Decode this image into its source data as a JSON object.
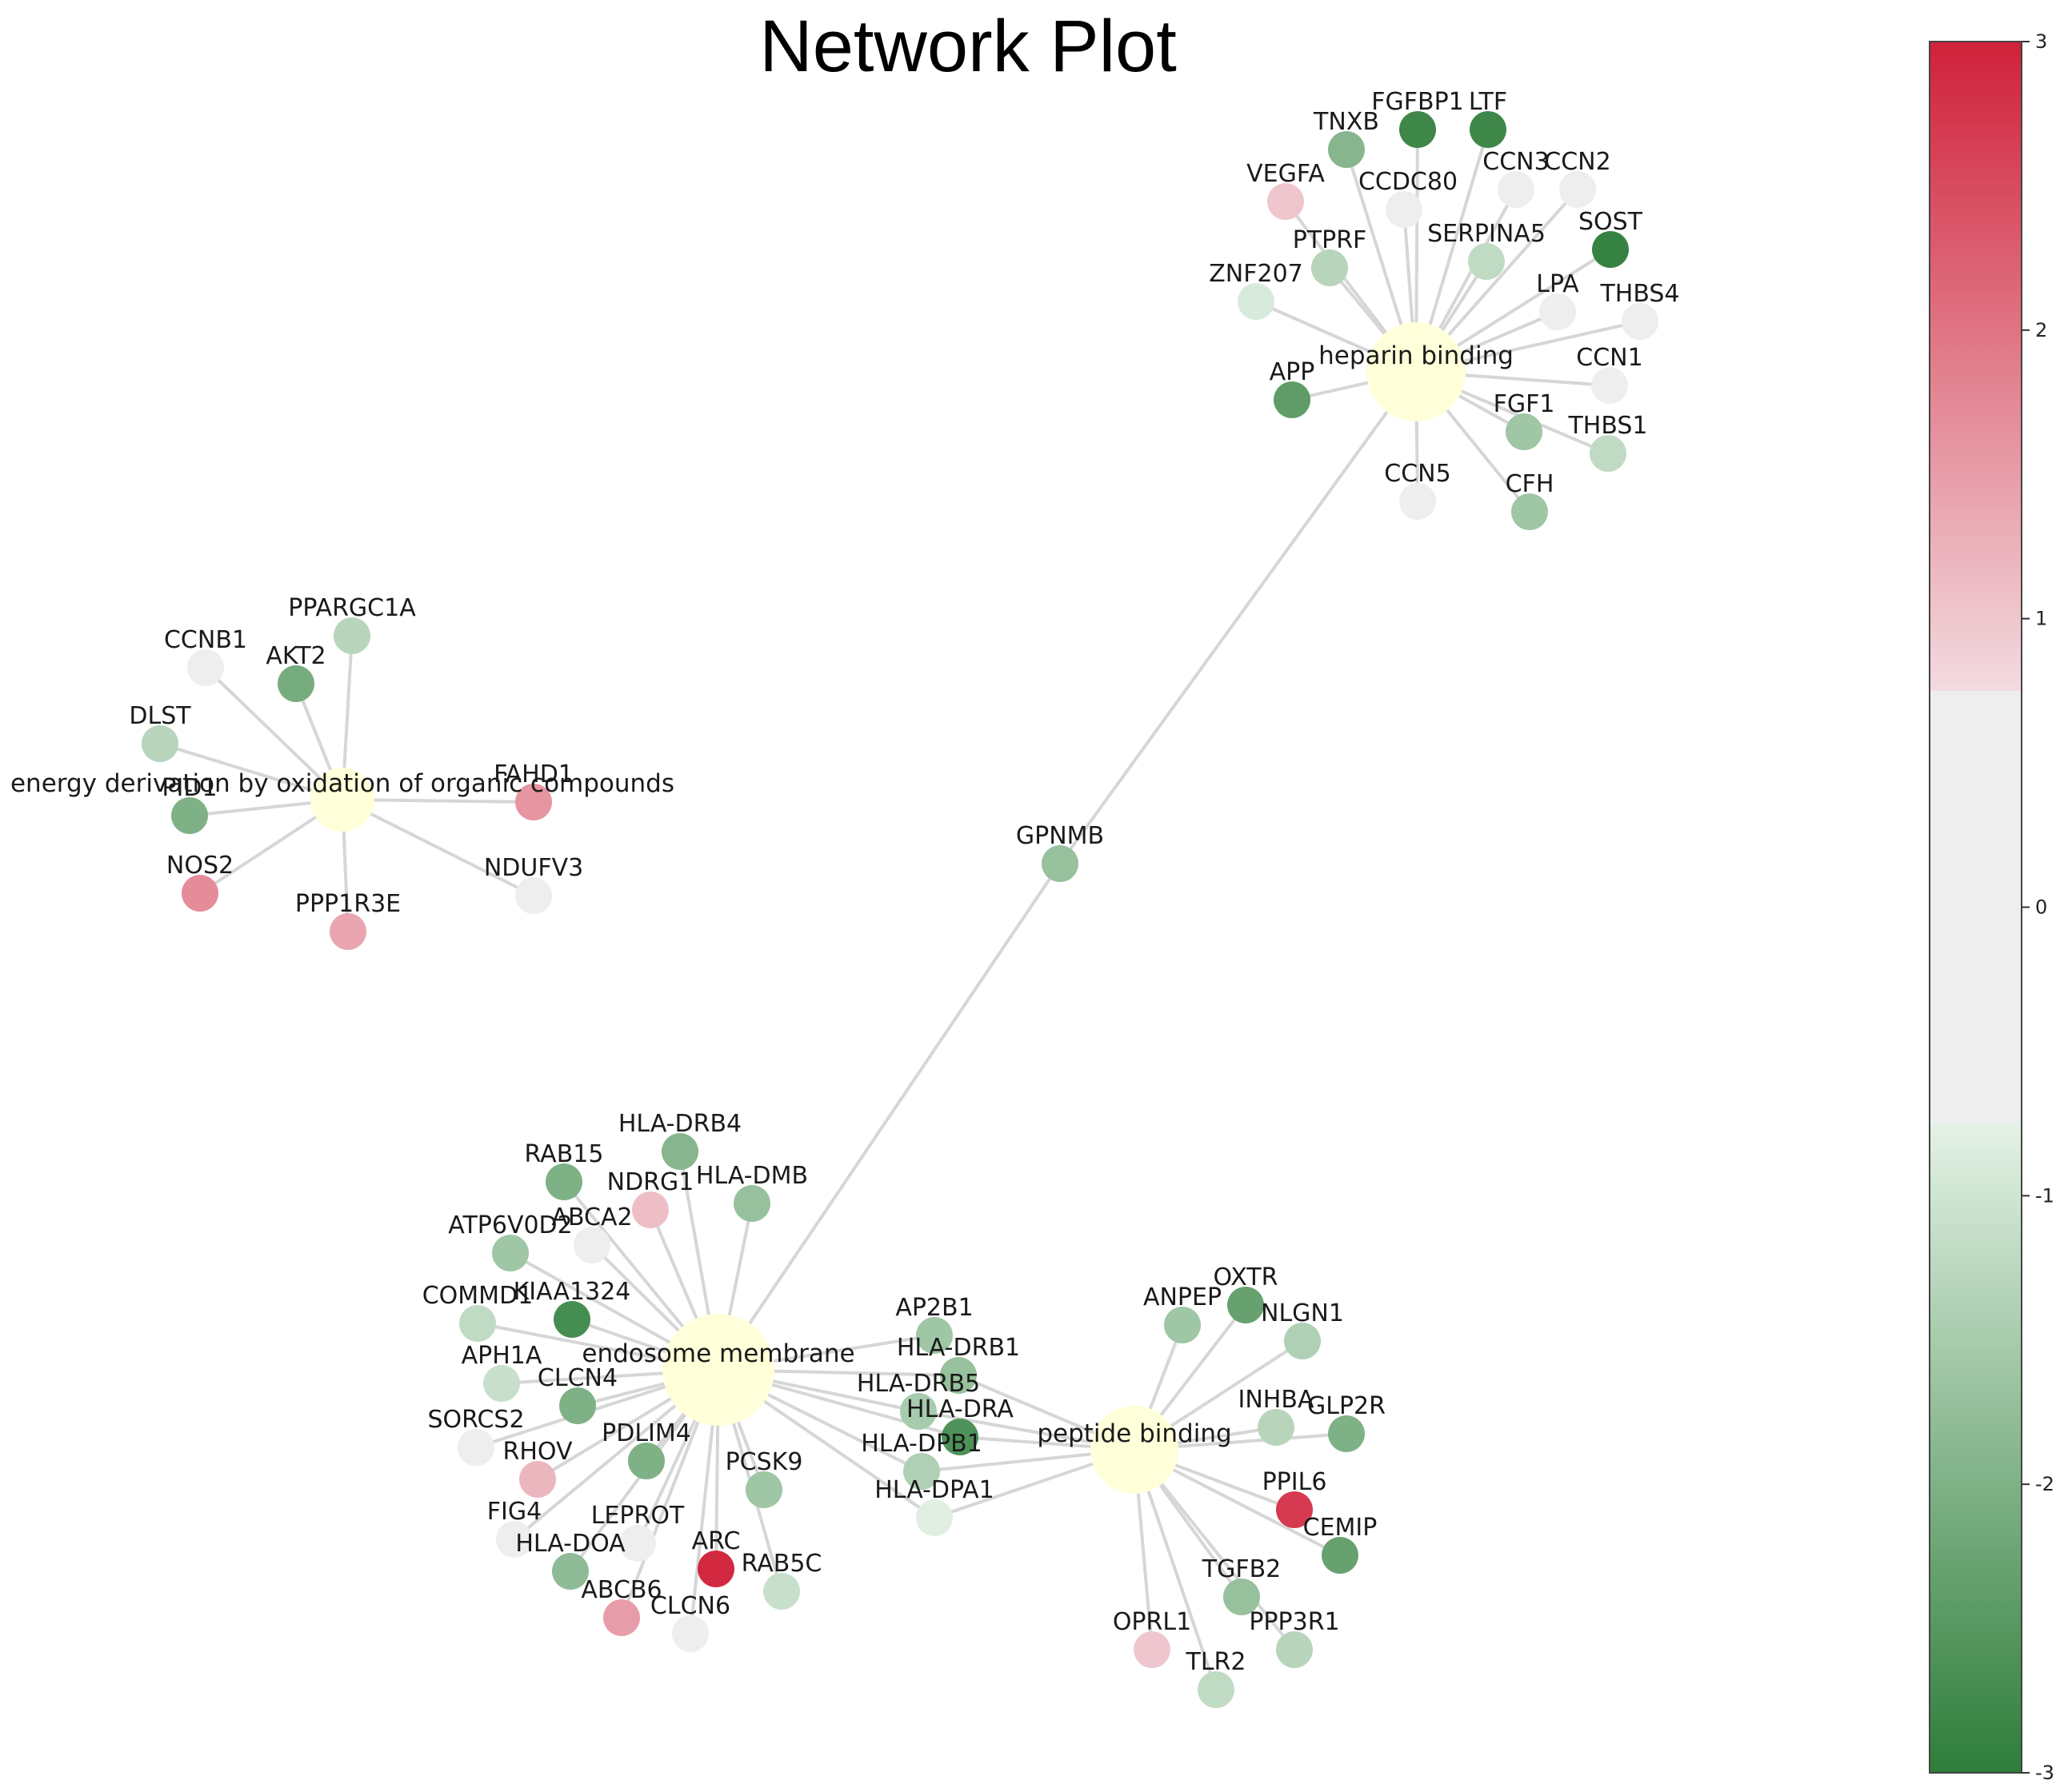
{
  "chart_data": {
    "type": "network",
    "title": "Network Plot",
    "colorbar": {
      "min": -3,
      "max": 3,
      "ticks": [
        "3",
        "2",
        "1",
        "0",
        "-1",
        "-2",
        "-3"
      ],
      "colors": {
        "low": "#2e7d3a",
        "mid": "#eeeeee",
        "high": "#d0213a"
      }
    },
    "terms": [
      {
        "id": "heparin",
        "label": "heparin binding"
      },
      {
        "id": "energy",
        "label": "energy derivation by oxidation of organic compounds"
      },
      {
        "id": "endosome",
        "label": "endosome membrane"
      },
      {
        "id": "peptide",
        "label": "peptide binding"
      }
    ],
    "genes": [
      {
        "label": "FGFBP1",
        "value": -2.8,
        "terms": [
          "heparin"
        ]
      },
      {
        "label": "LTF",
        "value": -2.8,
        "terms": [
          "heparin"
        ]
      },
      {
        "label": "TNXB",
        "value": -1.9,
        "terms": [
          "heparin"
        ]
      },
      {
        "label": "VEGFA",
        "value": 1.0,
        "terms": [
          "heparin"
        ]
      },
      {
        "label": "CCDC80",
        "value": 0.0,
        "terms": [
          "heparin"
        ]
      },
      {
        "label": "CCN3",
        "value": 0.0,
        "terms": [
          "heparin"
        ]
      },
      {
        "label": "CCN2",
        "value": 0.0,
        "terms": [
          "heparin"
        ]
      },
      {
        "label": "PTPRF",
        "value": -1.3,
        "terms": [
          "heparin"
        ]
      },
      {
        "label": "SERPINA5",
        "value": -1.2,
        "terms": [
          "heparin"
        ]
      },
      {
        "label": "SOST",
        "value": -2.9,
        "terms": [
          "heparin"
        ]
      },
      {
        "label": "ZNF207",
        "value": -0.9,
        "terms": [
          "heparin"
        ]
      },
      {
        "label": "LPA",
        "value": 0.0,
        "terms": [
          "heparin"
        ]
      },
      {
        "label": "THBS4",
        "value": 0.0,
        "terms": [
          "heparin"
        ]
      },
      {
        "label": "CCN1",
        "value": 0.0,
        "terms": [
          "heparin"
        ]
      },
      {
        "label": "APP",
        "value": -2.4,
        "terms": [
          "heparin"
        ]
      },
      {
        "label": "FGF1",
        "value": -1.6,
        "terms": [
          "heparin"
        ]
      },
      {
        "label": "THBS1",
        "value": -1.2,
        "terms": [
          "heparin"
        ]
      },
      {
        "label": "CCN5",
        "value": 0.0,
        "terms": [
          "heparin"
        ]
      },
      {
        "label": "CFH",
        "value": -1.6,
        "terms": [
          "heparin"
        ]
      },
      {
        "label": "GPNMB",
        "value": -1.7,
        "terms": [
          "heparin",
          "endosome"
        ]
      },
      {
        "label": "PPARGC1A",
        "value": -1.3,
        "terms": [
          "energy"
        ]
      },
      {
        "label": "CCNB1",
        "value": 0.0,
        "terms": [
          "energy"
        ]
      },
      {
        "label": "AKT2",
        "value": -2.1,
        "terms": [
          "energy"
        ]
      },
      {
        "label": "DLST",
        "value": -1.3,
        "terms": [
          "energy"
        ]
      },
      {
        "label": "PID1",
        "value": -2.0,
        "terms": [
          "energy"
        ]
      },
      {
        "label": "FAHD1",
        "value": 1.6,
        "terms": [
          "energy"
        ]
      },
      {
        "label": "NOS2",
        "value": 1.7,
        "terms": [
          "energy"
        ]
      },
      {
        "label": "NDUFV3",
        "value": 0.0,
        "terms": [
          "energy"
        ]
      },
      {
        "label": "PPP1R3E",
        "value": 1.4,
        "terms": [
          "energy"
        ]
      },
      {
        "label": "HLA-DRB4",
        "value": -1.9,
        "terms": [
          "endosome"
        ]
      },
      {
        "label": "RAB15",
        "value": -2.0,
        "terms": [
          "endosome"
        ]
      },
      {
        "label": "NDRG1",
        "value": 1.1,
        "terms": [
          "endosome"
        ]
      },
      {
        "label": "HLA-DMB",
        "value": -1.7,
        "terms": [
          "endosome"
        ]
      },
      {
        "label": "ATP6V0D2",
        "value": -1.6,
        "terms": [
          "endosome"
        ]
      },
      {
        "label": "ABCA2",
        "value": 0.0,
        "terms": [
          "endosome"
        ]
      },
      {
        "label": "COMMD1",
        "value": -1.2,
        "terms": [
          "endosome"
        ]
      },
      {
        "label": "KIAA1324",
        "value": -2.7,
        "terms": [
          "endosome"
        ]
      },
      {
        "label": "APH1A",
        "value": -1.1,
        "terms": [
          "endosome"
        ]
      },
      {
        "label": "CLCN4",
        "value": -2.0,
        "terms": [
          "endosome"
        ]
      },
      {
        "label": "SORCS2",
        "value": 0.0,
        "terms": [
          "endosome"
        ]
      },
      {
        "label": "RHOV",
        "value": 1.2,
        "terms": [
          "endosome"
        ]
      },
      {
        "label": "PDLIM4",
        "value": -2.0,
        "terms": [
          "endosome"
        ]
      },
      {
        "label": "PCSK9",
        "value": -1.6,
        "terms": [
          "endosome"
        ]
      },
      {
        "label": "FIG4",
        "value": 0.0,
        "terms": [
          "endosome"
        ]
      },
      {
        "label": "LEPROT",
        "value": 0.0,
        "terms": [
          "endosome"
        ]
      },
      {
        "label": "HLA-DOA",
        "value": -1.8,
        "terms": [
          "endosome"
        ]
      },
      {
        "label": "ARC",
        "value": 2.9,
        "terms": [
          "endosome"
        ]
      },
      {
        "label": "RAB5C",
        "value": -1.1,
        "terms": [
          "endosome"
        ]
      },
      {
        "label": "ABCB6",
        "value": 1.5,
        "terms": [
          "endosome"
        ]
      },
      {
        "label": "CLCN6",
        "value": 0.0,
        "terms": [
          "endosome"
        ]
      },
      {
        "label": "AP2B1",
        "value": -1.6,
        "terms": [
          "endosome"
        ]
      },
      {
        "label": "HLA-DRB1",
        "value": -1.7,
        "terms": [
          "endosome",
          "peptide"
        ]
      },
      {
        "label": "HLA-DRB5",
        "value": -1.5,
        "terms": [
          "endosome",
          "peptide"
        ]
      },
      {
        "label": "HLA-DRA",
        "value": -2.6,
        "terms": [
          "endosome",
          "peptide"
        ]
      },
      {
        "label": "HLA-DPB1",
        "value": -1.4,
        "terms": [
          "endosome",
          "peptide"
        ]
      },
      {
        "label": "HLA-DPA1",
        "value": -0.8,
        "terms": [
          "endosome",
          "peptide"
        ]
      },
      {
        "label": "OXTR",
        "value": -2.3,
        "terms": [
          "peptide"
        ]
      },
      {
        "label": "ANPEP",
        "value": -1.6,
        "terms": [
          "peptide"
        ]
      },
      {
        "label": "NLGN1",
        "value": -1.4,
        "terms": [
          "peptide"
        ]
      },
      {
        "label": "INHBA",
        "value": -1.3,
        "terms": [
          "peptide"
        ]
      },
      {
        "label": "GLP2R",
        "value": -2.0,
        "terms": [
          "peptide"
        ]
      },
      {
        "label": "PPIL6",
        "value": 2.7,
        "terms": [
          "peptide"
        ]
      },
      {
        "label": "CEMIP",
        "value": -2.3,
        "terms": [
          "peptide"
        ]
      },
      {
        "label": "TGFB2",
        "value": -1.7,
        "terms": [
          "peptide"
        ]
      },
      {
        "label": "PPP3R1",
        "value": -1.3,
        "terms": [
          "peptide"
        ]
      },
      {
        "label": "OPRL1",
        "value": 1.0,
        "terms": [
          "peptide"
        ]
      },
      {
        "label": "TLR2",
        "value": -1.2,
        "terms": [
          "peptide"
        ]
      }
    ]
  }
}
